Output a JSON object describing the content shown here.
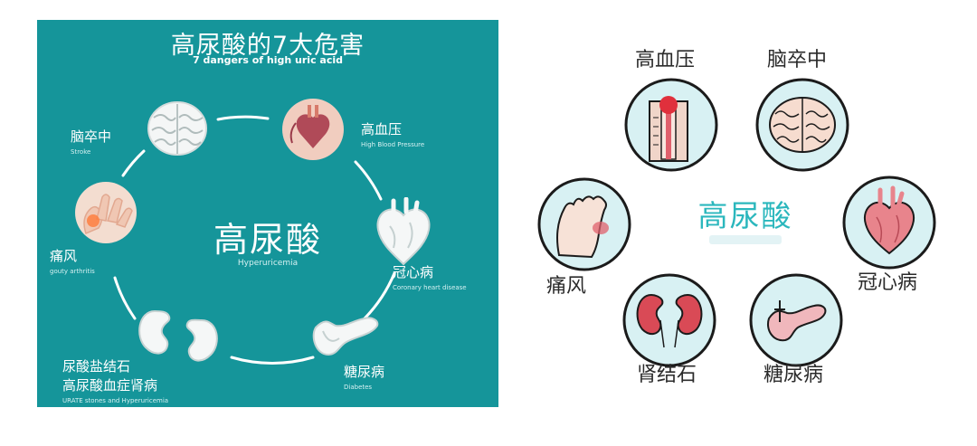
{
  "left": {
    "title": "高尿酸的7大危害",
    "subtitle": "7 dangers of high uric acid",
    "center_cn": "高尿酸",
    "center_en": "Hyperuricemia",
    "nodes": {
      "stroke": {
        "cn": "脑卒中",
        "en": "Stroke",
        "icon": "brain-icon"
      },
      "hypertension": {
        "cn": "高血压",
        "en": "High Blood Pressure",
        "icon": "heart-anatomy-icon"
      },
      "coronary": {
        "cn": "冠心病",
        "en": "Coronary heart disease",
        "icon": "heart-icon"
      },
      "diabetes": {
        "cn": "糖尿病",
        "en": "Diabetes",
        "icon": "pancreas-icon"
      },
      "urate": {
        "cn1": "尿酸盐结石",
        "cn2": "高尿酸血症肾病",
        "en": "URATE stones and Hyperuricemia",
        "icon": "kidney-icon"
      },
      "gout": {
        "cn": "痛风",
        "en": "gouty arthritis",
        "icon": "foot-icon"
      }
    },
    "colors": {
      "background": "#15959a",
      "ring": "#ffffff"
    }
  },
  "right": {
    "center": "高尿酸",
    "nodes": {
      "hypertension": {
        "label": "高血压",
        "icon": "thermometer-icon"
      },
      "stroke": {
        "label": "脑卒中",
        "icon": "brain-icon"
      },
      "gout": {
        "label": "痛风",
        "icon": "foot-icon"
      },
      "coronary": {
        "label": "冠心病",
        "icon": "heart-icon"
      },
      "kidney_stone": {
        "label": "肾结石",
        "icon": "kidney-icon"
      },
      "diabetes": {
        "label": "糖尿病",
        "icon": "pancreas-icon"
      }
    },
    "colors": {
      "circle_fill": "#d8f1f3",
      "circle_stroke": "#1b1b1b",
      "center_text": "#2bb7bd",
      "organ": "#e0606c"
    }
  }
}
